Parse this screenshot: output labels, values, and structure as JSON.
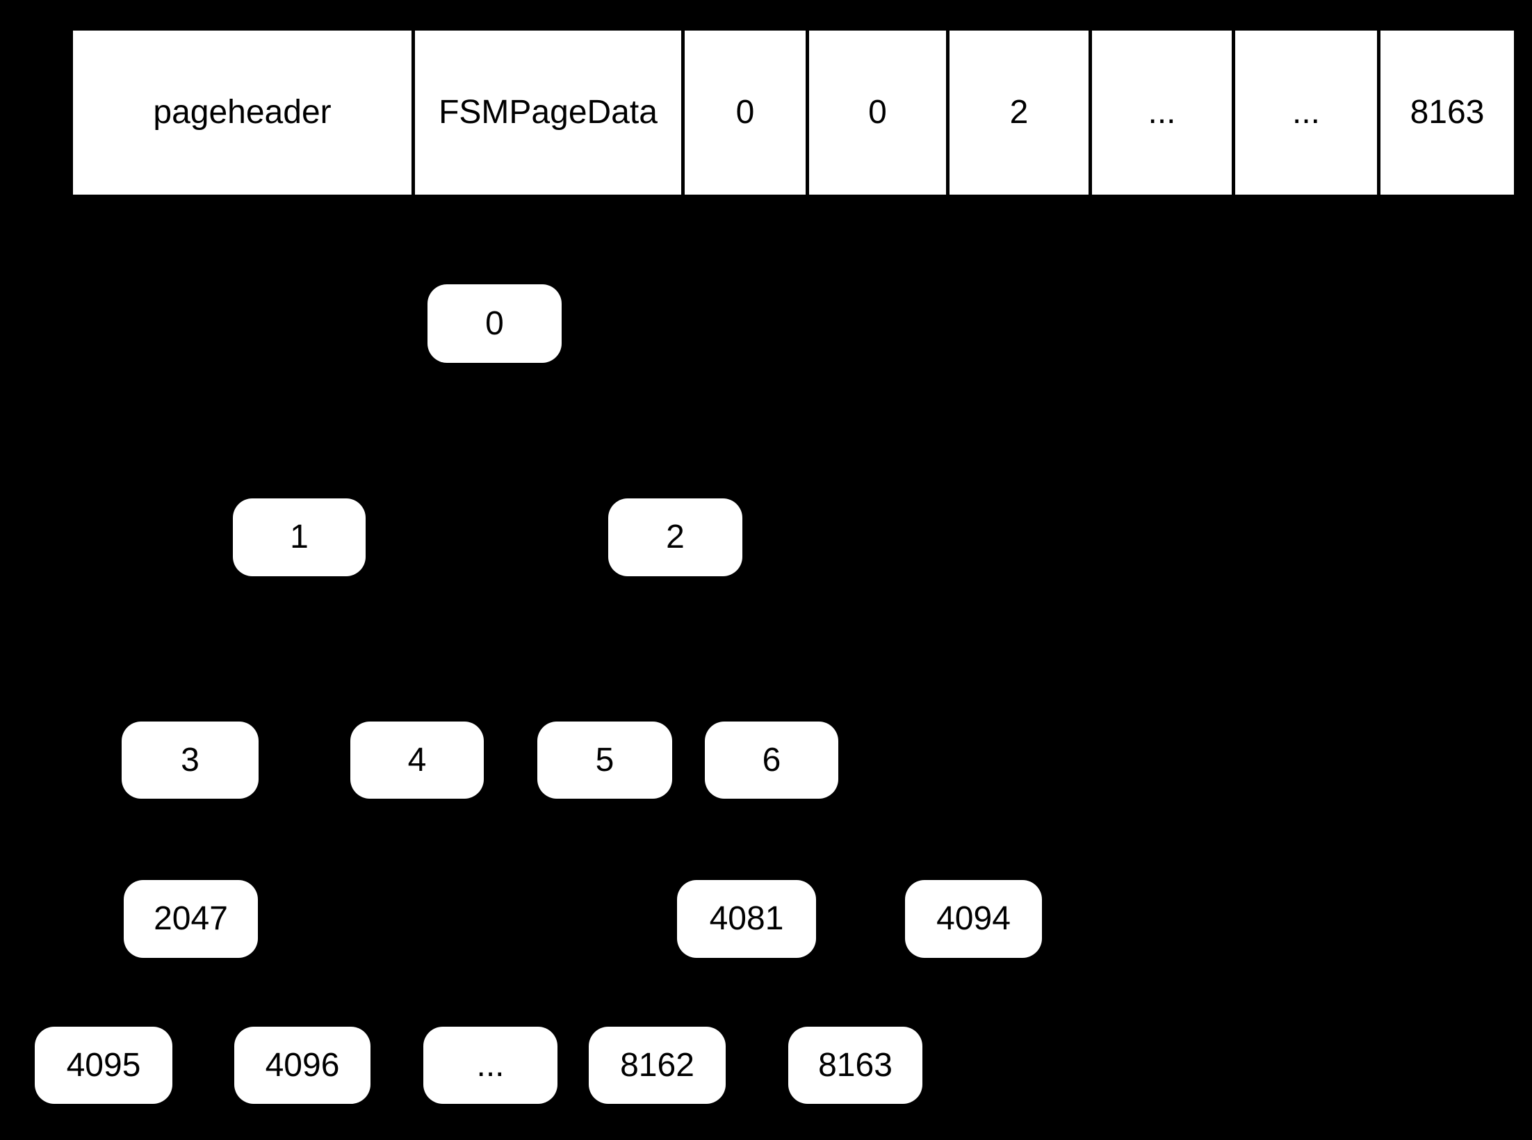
{
  "colors": {
    "background": "#000000",
    "box_fill": "#ffffff",
    "box_text": "#000000",
    "table_border": "#000000"
  },
  "fsm_page_table": {
    "cells": [
      {
        "label": "pageheader"
      },
      {
        "label": "FSMPageData"
      },
      {
        "label": "0"
      },
      {
        "label": "0"
      },
      {
        "label": "2"
      },
      {
        "label": "..."
      },
      {
        "label": "..."
      },
      {
        "label": "8163"
      }
    ]
  },
  "tree": {
    "nodes": [
      {
        "label": "0"
      },
      {
        "label": "1"
      },
      {
        "label": "2"
      },
      {
        "label": "3"
      },
      {
        "label": "4"
      },
      {
        "label": "5"
      },
      {
        "label": "6"
      },
      {
        "label": "2047"
      },
      {
        "label": "4081"
      },
      {
        "label": "4094"
      },
      {
        "label": "4095"
      },
      {
        "label": "4096"
      },
      {
        "label": "..."
      },
      {
        "label": "8162"
      },
      {
        "label": "8163"
      }
    ]
  }
}
